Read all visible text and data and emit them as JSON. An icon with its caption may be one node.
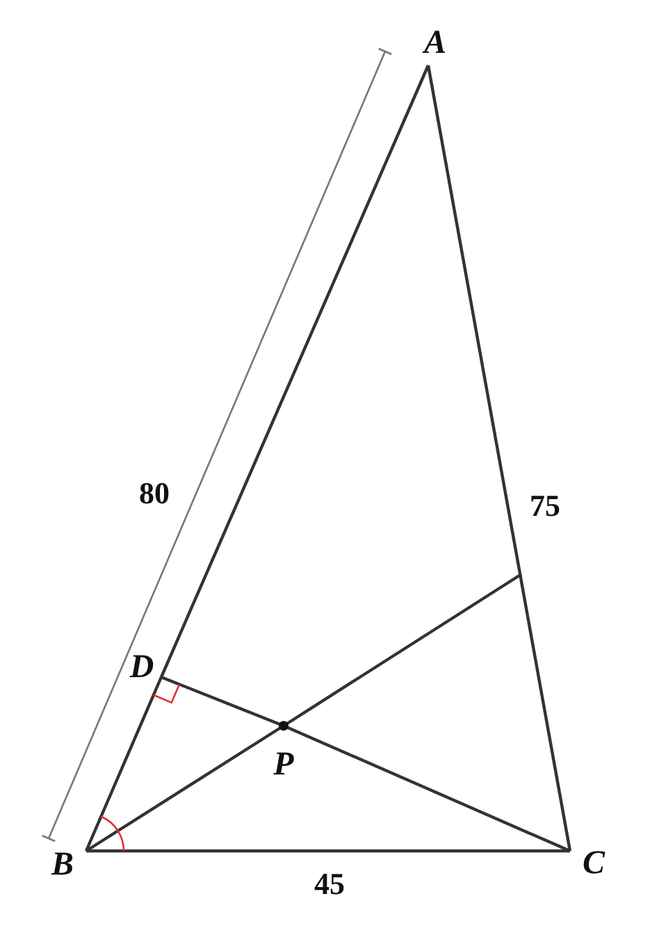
{
  "diagram": {
    "nodes": [
      {
        "text": [
          "A"
        ]
      },
      {
        "text": [
          "B"
        ]
      },
      {
        "text": [
          "C"
        ]
      },
      {
        "text": [
          "D"
        ]
      },
      {
        "text": [
          "P"
        ]
      }
    ],
    "edges": [
      {
        "from": 0,
        "to": 3,
        "arrow": "none"
      },
      {
        "from": 3,
        "to": 1,
        "arrow": "none"
      },
      {
        "from": 1,
        "to": 2,
        "arrow": "none"
      },
      {
        "from": 2,
        "to": 0,
        "arrow": "none"
      },
      {
        "from": 3,
        "to": 4,
        "arrow": "none"
      },
      {
        "from": 4,
        "to": 2,
        "arrow": "none"
      },
      {
        "from": 1,
        "to": 4,
        "arrow": "none"
      },
      {
        "from": 4,
        "to": null,
        "arrow": "none"
      }
    ],
    "labels": [
      "80",
      "75",
      "45"
    ]
  }
}
